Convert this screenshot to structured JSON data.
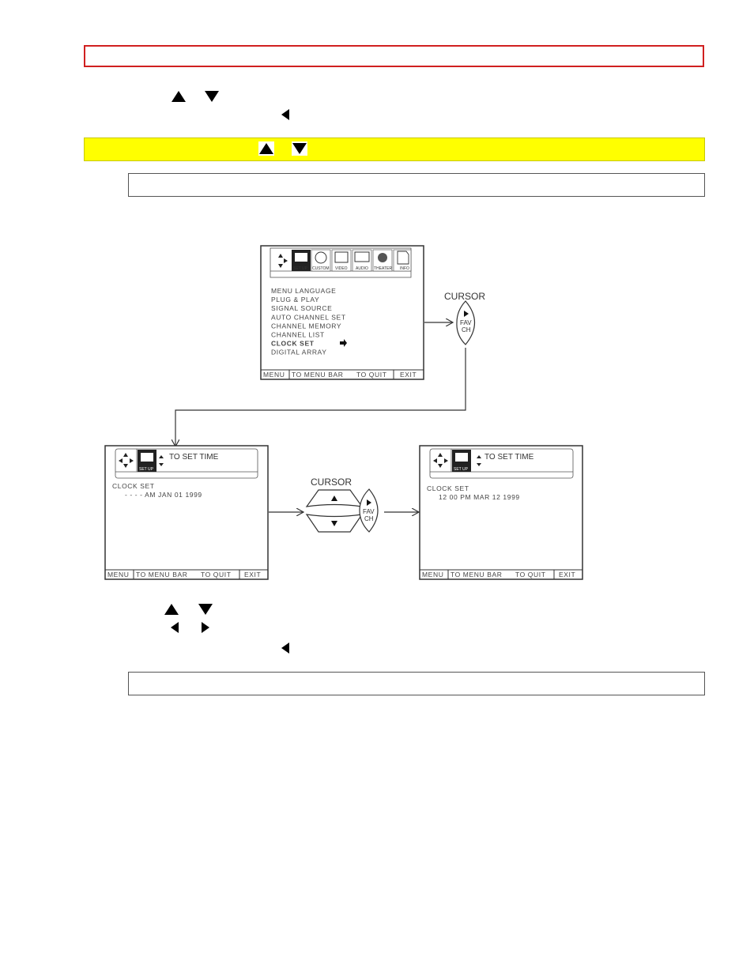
{
  "menu_top": {
    "tabs": [
      "SET UP",
      "CUSTOM",
      "VIDEO",
      "AUDIO",
      "THEATER",
      "INFO"
    ],
    "items": [
      "MENU LANGUAGE",
      "PLUG & PLAY",
      "SIGNAL SOURCE",
      "AUTO CHANNEL SET",
      "CHANNEL MEMORY",
      "CHANNEL LIST",
      "CLOCK SET",
      "DIGITAL ARRAY"
    ],
    "footer": [
      "MENU",
      "TO MENU BAR",
      "TO QUIT",
      "EXIT"
    ]
  },
  "cursor_label": "CURSOR",
  "fav_ch": [
    "FAV",
    "CH"
  ],
  "clock_before": {
    "tab": "SET UP",
    "hint": "TO SET TIME",
    "title": "CLOCK SET",
    "value": "- - - - AM JAN 01 1999",
    "footer": [
      "MENU",
      "TO MENU BAR",
      "TO QUIT",
      "EXIT"
    ]
  },
  "clock_after": {
    "tab": "SET UP",
    "hint": "TO SET TIME",
    "title": "CLOCK SET",
    "value": "12 00 PM MAR 12 1999",
    "footer": [
      "MENU",
      "TO MENU BAR",
      "TO QUIT",
      "EXIT"
    ]
  }
}
